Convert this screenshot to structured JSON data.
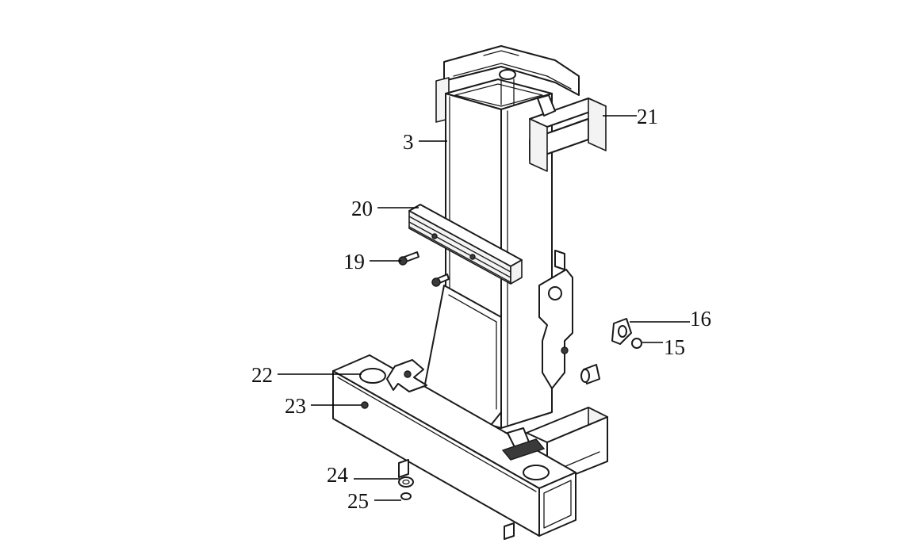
{
  "callouts": [
    {
      "id": "3",
      "label": "3"
    },
    {
      "id": "21",
      "label": "21"
    },
    {
      "id": "20",
      "label": "20"
    },
    {
      "id": "19",
      "label": "19"
    },
    {
      "id": "16",
      "label": "16"
    },
    {
      "id": "15",
      "label": "15"
    },
    {
      "id": "22",
      "label": "22"
    },
    {
      "id": "23",
      "label": "23"
    },
    {
      "id": "24",
      "label": "24"
    },
    {
      "id": "25",
      "label": "25"
    }
  ]
}
